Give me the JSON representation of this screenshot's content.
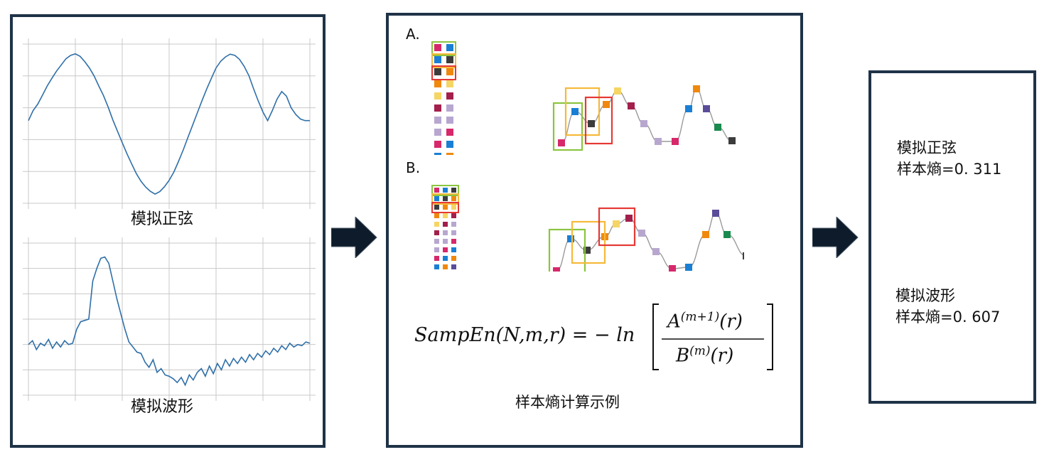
{
  "left_panel": {
    "chart_top_caption": "模拟正弦",
    "chart_bottom_caption": "模拟波形",
    "chart_data": [
      {
        "type": "line",
        "title": "",
        "series_color": "#2f6fa8",
        "grid": true,
        "x": [
          0,
          1,
          2,
          3,
          4,
          5,
          6,
          7,
          8,
          9,
          10,
          11,
          12,
          13,
          14,
          15,
          16,
          17,
          18,
          19,
          20,
          21,
          22,
          23,
          24,
          25,
          26,
          27,
          28,
          29,
          30,
          31,
          32,
          33,
          34,
          35,
          36,
          37,
          38,
          39,
          40,
          41,
          42,
          43,
          44,
          45,
          46,
          47,
          48,
          49,
          50,
          51,
          52,
          53,
          54,
          55,
          56,
          57,
          58,
          59,
          60
        ],
        "y": [
          0.1,
          0.43,
          0.64,
          0.93,
          1.23,
          1.48,
          1.72,
          1.92,
          2.12,
          2.23,
          2.28,
          2.2,
          2.03,
          1.82,
          1.56,
          1.23,
          0.92,
          0.54,
          0.12,
          -0.25,
          -0.62,
          -0.98,
          -1.31,
          -1.63,
          -1.88,
          -2.07,
          -2.21,
          -2.3,
          -2.22,
          -2.06,
          -1.85,
          -1.58,
          -1.23,
          -0.86,
          -0.45,
          -0.05,
          0.35,
          0.75,
          1.13,
          1.48,
          1.82,
          2.04,
          2.18,
          2.27,
          2.23,
          2.1,
          1.87,
          1.57,
          1.14,
          0.74,
          0.38,
          0.1,
          0.43,
          0.8,
          1.05,
          0.9,
          0.52,
          0.3,
          0.15,
          0.1,
          0.1
        ],
        "ylim": [
          -2.6,
          2.6
        ]
      },
      {
        "type": "line",
        "title": "",
        "series_color": "#2f6fa8",
        "grid": true,
        "x": [
          0,
          1,
          2,
          3,
          4,
          5,
          6,
          7,
          8,
          9,
          10,
          11,
          12,
          13,
          14,
          15,
          16,
          17,
          18,
          19,
          20,
          21,
          22,
          23,
          24,
          25,
          26,
          27,
          28,
          29,
          30,
          31,
          32,
          33,
          34,
          35,
          36,
          37,
          38,
          39,
          40,
          41,
          42,
          43,
          44,
          45,
          46,
          47,
          48,
          49,
          50,
          51,
          52,
          53,
          54,
          55,
          56,
          57,
          58,
          59,
          60,
          61,
          62,
          63,
          64,
          65,
          66,
          67,
          68,
          69,
          70
        ],
        "y": [
          0.4,
          0.55,
          0.2,
          0.45,
          0.35,
          0.6,
          0.25,
          0.5,
          0.3,
          0.55,
          0.4,
          0.45,
          1.0,
          1.3,
          1.35,
          1.4,
          2.9,
          3.4,
          3.8,
          3.85,
          3.6,
          2.9,
          2.2,
          1.6,
          1.0,
          0.5,
          0.3,
          0.1,
          0.05,
          -0.3,
          -0.5,
          -0.2,
          -0.7,
          -0.55,
          -0.8,
          -0.85,
          -0.95,
          -1.1,
          -0.9,
          -1.2,
          -0.8,
          -1.0,
          -0.7,
          -0.55,
          -0.85,
          -0.45,
          -0.75,
          -0.35,
          -0.6,
          -0.2,
          -0.45,
          -0.15,
          -0.35,
          -0.1,
          -0.3,
          0.0,
          -0.2,
          0.05,
          -0.1,
          0.15,
          0.0,
          0.25,
          0.1,
          0.35,
          0.2,
          0.45,
          0.3,
          0.4,
          0.35,
          0.5,
          0.45
        ],
        "ylim": [
          -1.6,
          4.4
        ]
      }
    ]
  },
  "middle_panel": {
    "label_a": "A.",
    "label_b": "B.",
    "formula": {
      "lhs": "SampEn(N,m,r) = − ln",
      "numerator": "A",
      "numerator_sup": "(m+1)",
      "numerator_arg": "(r)",
      "denominator": "B",
      "denominator_sup": "(m)",
      "denominator_arg": "(r)"
    },
    "caption": "样本熵计算示例",
    "colors": {
      "pink": "#d6286a",
      "blue": "#1a7fd4",
      "dark": "#3c3c3c",
      "orange": "#f0880e",
      "yellow": "#f5d564",
      "maroon": "#a31f4c",
      "lavender": "#b7a7cf",
      "green": "#1a8a4f",
      "purple": "#5b4c9a",
      "box_green": "#8bc53f",
      "box_yellow": "#f6b93b",
      "box_red": "#e53935"
    }
  },
  "right_panel": {
    "result1_name": "模拟正弦",
    "result1_value": "样本熵=0. 311",
    "result2_name": "模拟波形",
    "result2_value": "样本熵=0. 607"
  },
  "arrows": {
    "arrow1_icon": "right-arrow-icon",
    "arrow2_icon": "right-arrow-icon",
    "color": "#0d1b2a"
  }
}
